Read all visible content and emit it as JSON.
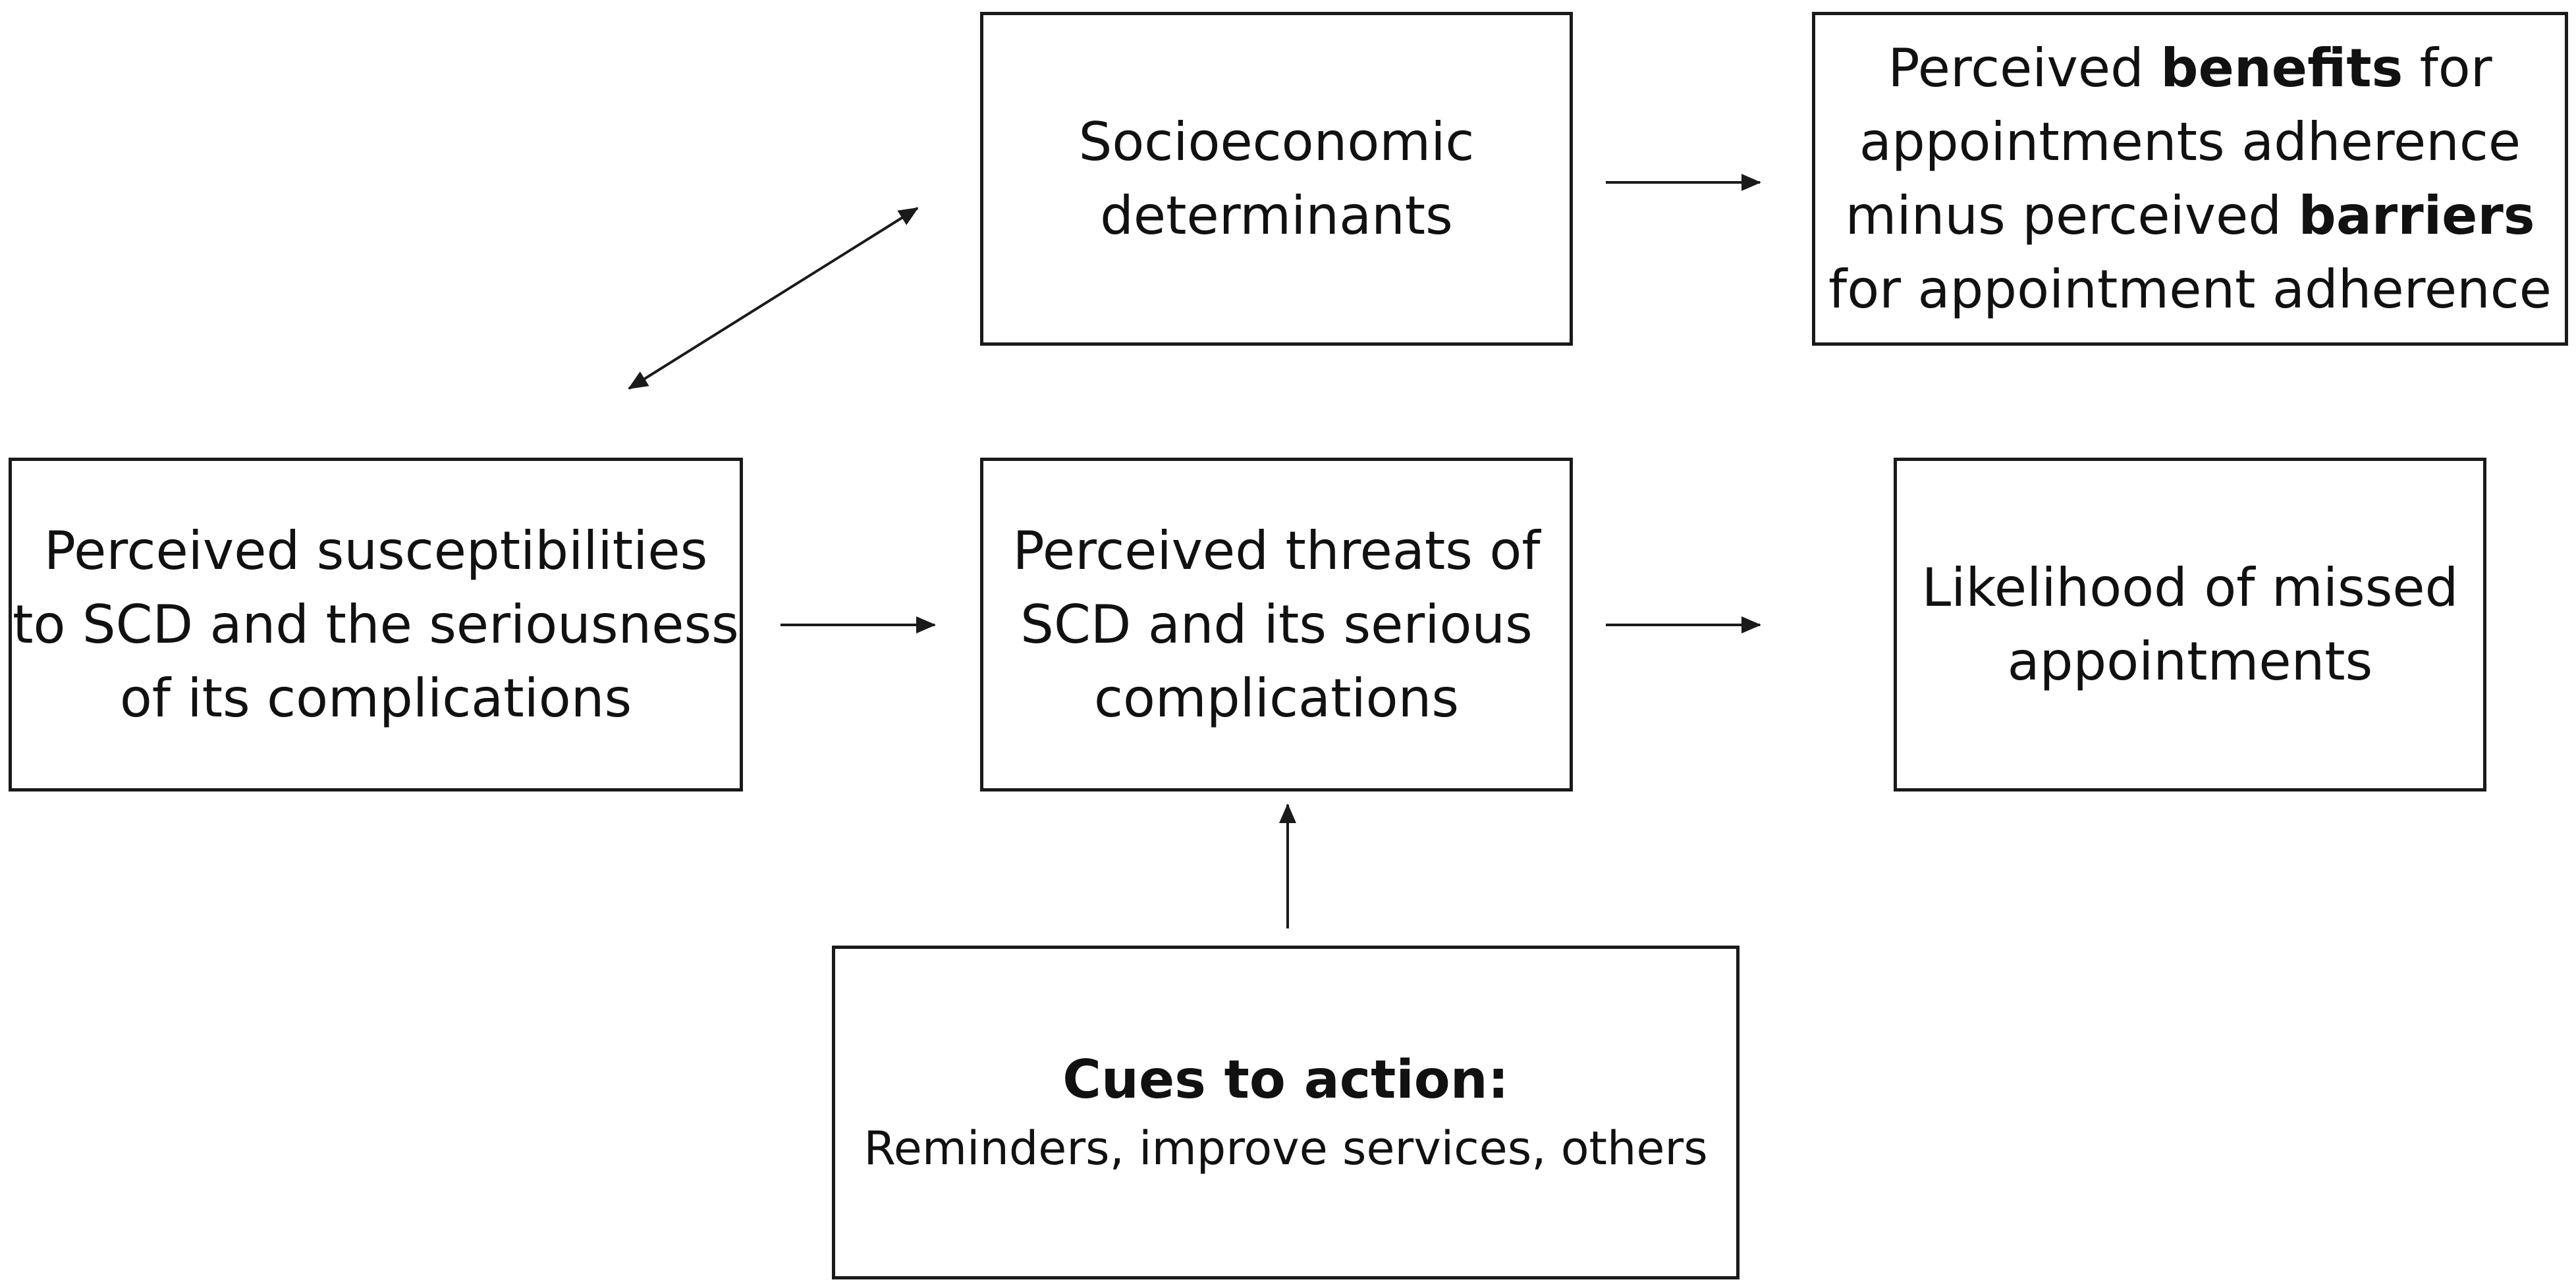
{
  "diagram": {
    "socioeconomic": {
      "line1": "Socioeconomic",
      "line2": "determinants"
    },
    "benefits": {
      "l1_pre": "Perceived ",
      "l1_bold": "benefits",
      "l1_post": " for",
      "l2": "appointments adherence",
      "l3_pre": "minus perceived ",
      "l3_bold": "barriers",
      "l4": "for appointment adherence"
    },
    "susceptibilities": {
      "line1": "Perceived susceptibilities",
      "line2": "to SCD and the seriousness",
      "line3": "of its complications"
    },
    "threats": {
      "line1": "Perceived threats of",
      "line2": "SCD and its serious",
      "line3": "complications"
    },
    "likelihood": {
      "line1": "Likelihood of missed",
      "line2": "appointments"
    },
    "cues": {
      "title": "Cues to action:",
      "subtitle": "Reminders, improve services, others"
    }
  },
  "colors": {
    "stroke": "#1a1a1a",
    "text": "#111111",
    "background": "#ffffff"
  }
}
